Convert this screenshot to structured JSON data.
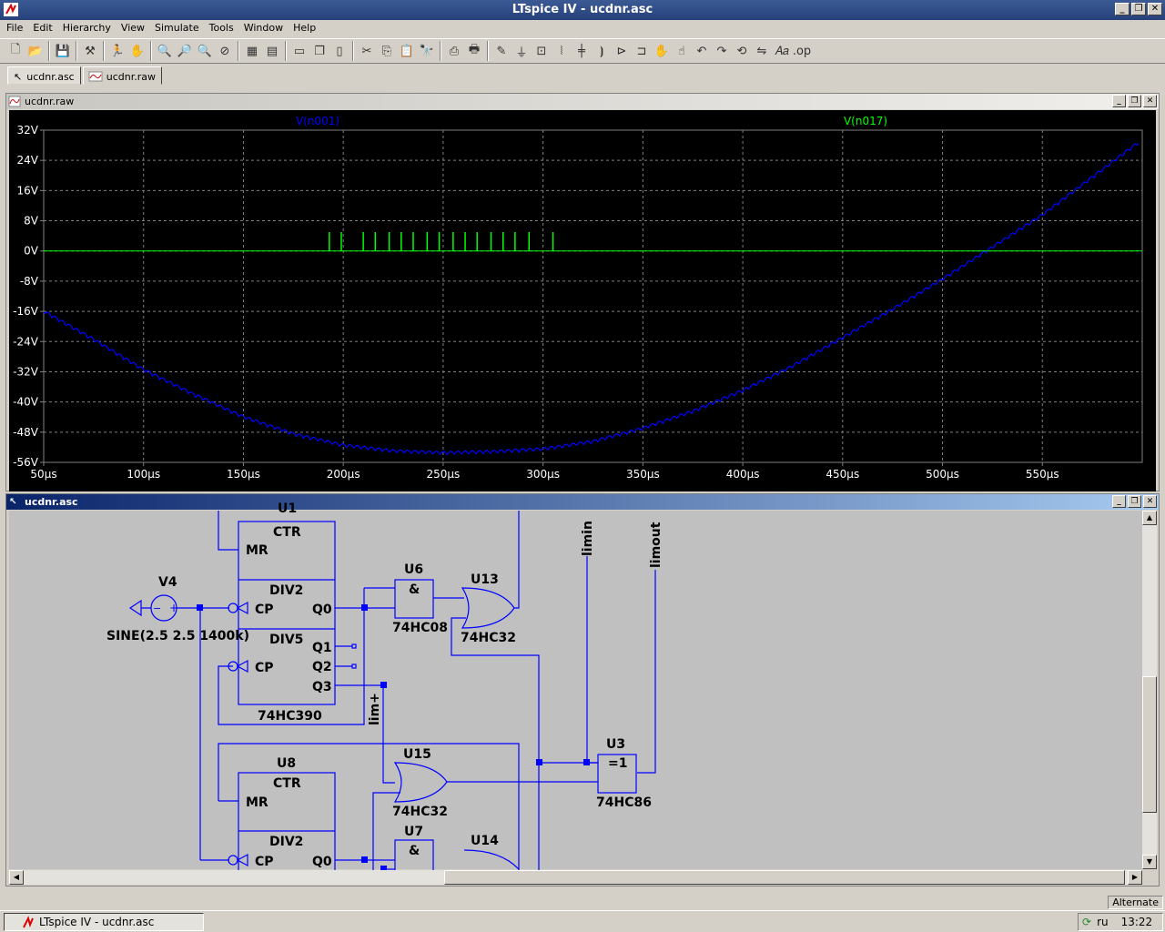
{
  "window": {
    "title": "LTspice IV - ucdnr.asc",
    "min_label": "_",
    "max_label": "❐",
    "close_label": "✕"
  },
  "menu": [
    "File",
    "Edit",
    "Hierarchy",
    "View",
    "Simulate",
    "Tools",
    "Window",
    "Help"
  ],
  "tabs": [
    {
      "label": "ucdnr.asc",
      "icon": "schematic-icon"
    },
    {
      "label": "ucdnr.raw",
      "icon": "waveform-icon"
    }
  ],
  "plot_window": {
    "title": "ucdnr.raw",
    "grid": true,
    "colors": {
      "background": "#000000",
      "grid": "#808080",
      "text": "#ffffff",
      "v_n001": "#0000ff",
      "v_n017": "#00ff00"
    }
  },
  "chart_data": {
    "type": "line",
    "xlim": [
      50,
      600
    ],
    "ylim": [
      -56,
      32
    ],
    "x_unit": "µs",
    "y_unit": "V",
    "xticks": [
      "50µs",
      "100µs",
      "150µs",
      "200µs",
      "250µs",
      "300µs",
      "350µs",
      "400µs",
      "450µs",
      "500µs",
      "550µs"
    ],
    "yticks": [
      "32V",
      "24V",
      "16V",
      "8V",
      "0V",
      "-8V",
      "-16V",
      "-24V",
      "-32V",
      "-40V",
      "-48V",
      "-56V"
    ],
    "series": [
      {
        "name": "V(n001)",
        "color": "#0000ff",
        "x": [
          50,
          75,
          100,
          125,
          150,
          175,
          200,
          225,
          250,
          275,
          300,
          325,
          350,
          375,
          400,
          425,
          450,
          475,
          500,
          525,
          550,
          575,
          600
        ],
        "y": [
          -16.5,
          -24,
          -32,
          -38.5,
          -44.5,
          -49,
          -52,
          -53.5,
          -54,
          -53.7,
          -53,
          -51,
          -47.5,
          -43,
          -37.5,
          -31,
          -23.5,
          -16,
          -8,
          0.5,
          9,
          19,
          29
        ]
      },
      {
        "name": "V(n017)",
        "color": "#00ff00",
        "baseline": 0,
        "pulse_height": 5,
        "pulse_times": [
          193,
          199,
          210,
          216,
          223,
          229,
          235,
          242,
          248,
          255,
          261,
          267,
          274,
          280,
          286,
          293,
          305
        ]
      }
    ]
  },
  "schematic_window": {
    "title": "ucdnr.asc",
    "colors": {
      "background": "#c0c0c0",
      "wire": "#0000ff",
      "text": "#000000"
    },
    "labels": {
      "u_top_partial": "U1",
      "ctr1": "CTR",
      "mr1": "MR",
      "div2_1": "DIV2",
      "cp1": "CP",
      "q0_1": "Q0",
      "div5": "DIV5",
      "cp2": "CP",
      "q1": "Q1",
      "q2": "Q2",
      "q3": "Q3",
      "part1": "74HC390",
      "v4": "V4",
      "v4_value": "SINE(2.5 2.5 1400k)",
      "u6": "U6",
      "u6_sym": "&",
      "u6_part": "74HC08",
      "u13": "U13",
      "u13_part": "74HC32",
      "limin": "limin",
      "limout": "limout",
      "limplus": "lim+",
      "u3": "U3",
      "u3_sym": "=1",
      "u3_part": "74HC86",
      "u8": "U8",
      "ctr2": "CTR",
      "mr2": "MR",
      "div2_2": "DIV2",
      "cp3": "CP",
      "q0_2": "Q0",
      "u15": "U15",
      "u15_part": "74HC32",
      "u7": "U7",
      "u7_sym": "&",
      "u14": "U14"
    }
  },
  "status": {
    "mode": "Alternate"
  },
  "taskbar": {
    "app_label": "LTspice IV - ucdnr.asc",
    "lang": "ru",
    "time": "13:22"
  }
}
